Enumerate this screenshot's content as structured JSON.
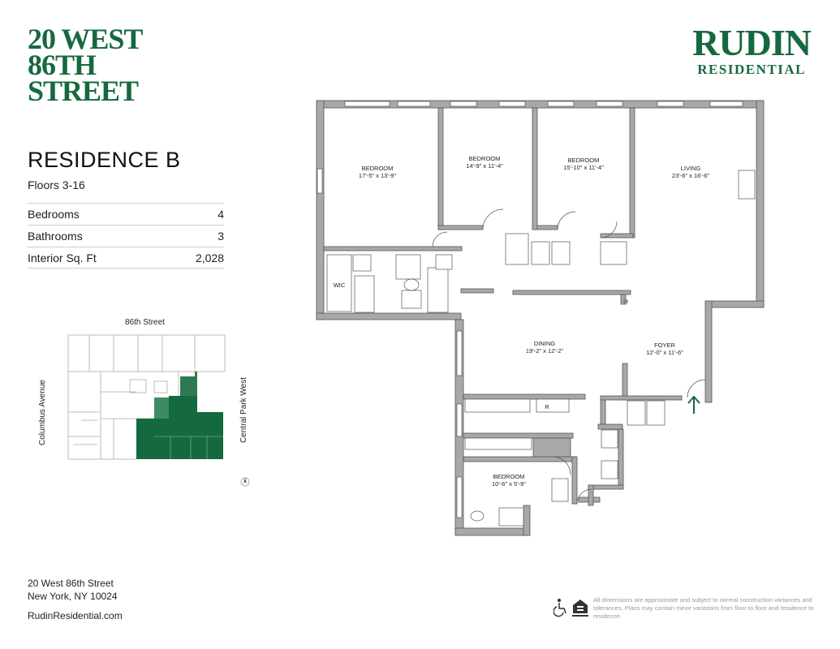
{
  "building": {
    "title_lines": [
      "20 WEST",
      "86TH",
      "STREET"
    ]
  },
  "brand": {
    "name": "RUDIN",
    "sub": "RESIDENTIAL",
    "color": "#15693f"
  },
  "residence": {
    "name": "RESIDENCE B",
    "floors": "Floors 3-16"
  },
  "specs": [
    {
      "label": "Bedrooms",
      "value": "4"
    },
    {
      "label": "Bathrooms",
      "value": "3"
    },
    {
      "label": "Interior Sq. Ft",
      "value": "2,028"
    }
  ],
  "keyplan": {
    "north_street": "86th Street",
    "west_street": "Columbus Avenue",
    "east_street": "Central Park West",
    "highlight_color": "#15693f"
  },
  "rooms": [
    {
      "name": "BEDROOM",
      "dims": "17'-5\" x 13'-9\""
    },
    {
      "name": "BEDROOM",
      "dims": "14'-9\" x 11'-4\""
    },
    {
      "name": "BEDROOM",
      "dims": "15'-10\" x 11'-4\""
    },
    {
      "name": "LIVING",
      "dims": "23'-6\" x 16'-6\""
    },
    {
      "name": "WIC",
      "dims": ""
    },
    {
      "name": "DINING",
      "dims": "19'-2\" x 12'-2\""
    },
    {
      "name": "FOYER",
      "dims": "12'-0\" x 11'-6\""
    },
    {
      "name": "BEDROOM",
      "dims": "10'-6\" x 5'-9\""
    }
  ],
  "plan_labels": {
    "refrigerator": "R"
  },
  "footer": {
    "address_line1": "20 West 86th Street",
    "address_line2": "New York, NY 10024",
    "website": "RudinResidential.com",
    "disclaimer": "All dimensions are approximate and subject to normal construction variances and tolerances. Plans may contain minor variations from floor to floor and residence to residence."
  },
  "icons": [
    "wheelchair-accessible-icon",
    "equal-housing-opportunity-icon",
    "north-arrow-icon",
    "entry-arrow-icon"
  ]
}
